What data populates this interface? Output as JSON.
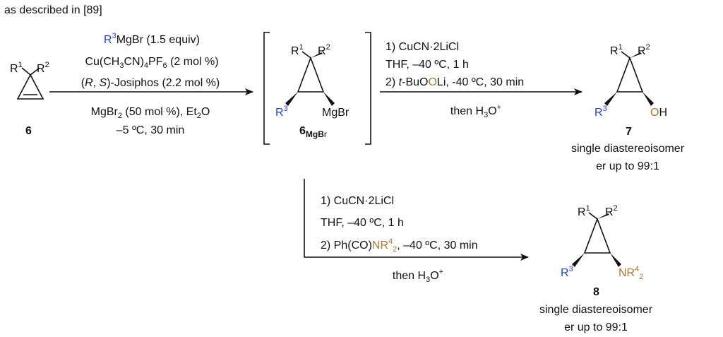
{
  "header": {
    "caption": "as described in [89]"
  },
  "colors": {
    "r3": "#1f3fd6",
    "heteroatom": "#a9762f",
    "ink": "#111111"
  },
  "start": {
    "r1": "R",
    "r1_sup": "1",
    "r2": "R",
    "r2_sup": "2",
    "label": "6"
  },
  "step1": {
    "reagent_main": "MgBr (1.5 equiv)",
    "reagent_r": "R",
    "reagent_r_sup": "3",
    "cu_a": "Cu(CH",
    "cu_sub1": "3",
    "cu_b": "CN)",
    "cu_sub2": "4",
    "cu_c": "PF",
    "cu_sub3": "6",
    "cu_d": " (2 mol %)",
    "ligand_open": "(",
    "ligand_R": "R",
    "ligand_comma": ", ",
    "ligand_S": "S",
    "ligand_rest": ")-Josiphos (2.2 mol %)",
    "additive_a": "MgBr",
    "additive_sub": "2",
    "additive_b": " (50 mol %), Et",
    "additive_sub2": "2",
    "additive_c": "O",
    "conditions": "–5 ºC, 30 min"
  },
  "intermediate": {
    "r1": "R",
    "r1_sup": "1",
    "r2": "R",
    "r2_sup": "2",
    "r3": "R",
    "r3_sup": "3",
    "mg": "MgBr",
    "label": "6",
    "label_sub_a": "MgB",
    "label_sub_b": "r"
  },
  "step2": {
    "line1": "1) CuCN·2LiCl",
    "line2": "THF, –40 ºC, 1 h",
    "line3_prefix": "2) ",
    "line3_t": "t",
    "line3_bu": "-BuO",
    "line3_o": "O",
    "line3_rest": "Li, -40 ºC, 30 min",
    "workup": "then H",
    "workup_sub": "3",
    "workup_b": "O",
    "workup_sup": "+"
  },
  "product7": {
    "r1": "R",
    "r1_sup": "1",
    "r2": "R",
    "r2_sup": "2",
    "r3": "R",
    "r3_sup": "3",
    "o": "O",
    "h": "H",
    "label": "7",
    "note1": "single diastereoisomer",
    "note2": "er up to 99:1"
  },
  "step3": {
    "line1": "1) CuCN·2LiCl",
    "line2": "THF, –40 ºC, 1 h",
    "line3_a": "2) Ph(CO)",
    "line3_nr": "NR",
    "line3_sup": "4",
    "line3_sub": "2",
    "line3_rest": ", –40 ºC, 30 min",
    "workup": "then H",
    "workup_sub": "3",
    "workup_b": "O",
    "workup_sup": "+"
  },
  "product8": {
    "r1": "R",
    "r1_sup": "1",
    "r2": "R",
    "r2_sup": "2",
    "r3": "R",
    "r3_sup": "3",
    "nr": "NR",
    "nr_sup": "4",
    "nr_sub": "2",
    "label": "8",
    "note1": "single diastereoisomer",
    "note2": "er up to 99:1"
  }
}
